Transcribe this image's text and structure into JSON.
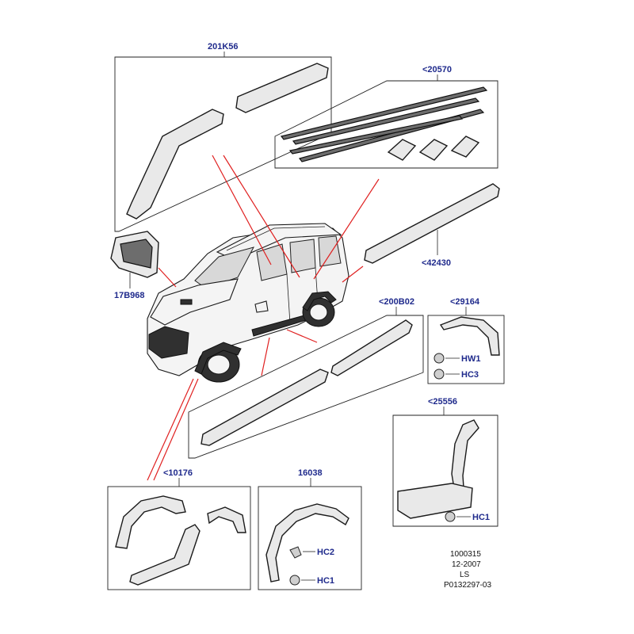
{
  "labels": {
    "p201k56": "201K56",
    "p20570": "<20570",
    "p42430": "<42430",
    "p17b968": "17B968",
    "p200b02": "<200B02",
    "p29164": "<29164",
    "hw1": "HW1",
    "hc3": "HC3",
    "p25556": "<25556",
    "hc1_25556": "HC1",
    "p10176": "<10176",
    "p16038": "16038",
    "hc2": "HC2",
    "hc1_16038": "HC1"
  },
  "info": {
    "line1": "1000315",
    "line2": "12-2007",
    "line3": "LS",
    "line4": "P0132297-03"
  }
}
